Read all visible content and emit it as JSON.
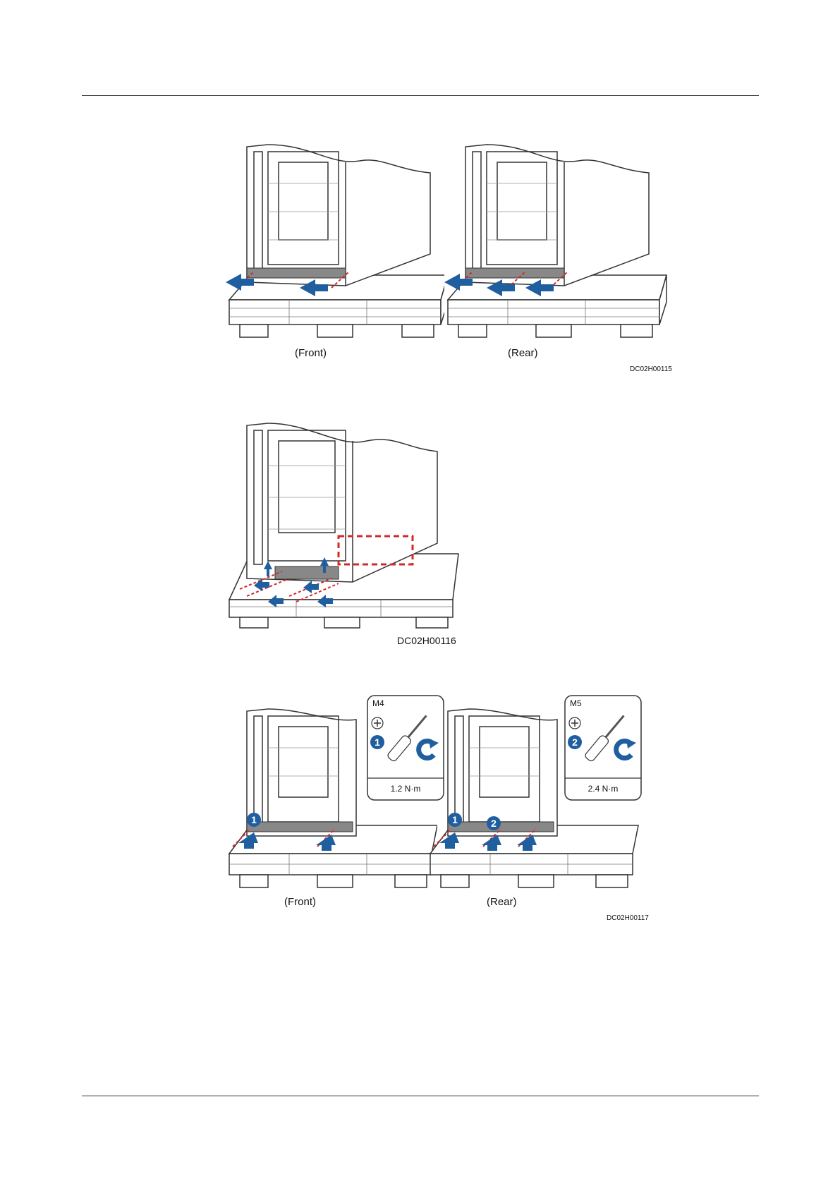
{
  "figure1": {
    "front_caption": "(Front)",
    "rear_caption": "(Rear)",
    "figure_id": "DC02H00115"
  },
  "figure2": {
    "figure_id": "DC02H00116"
  },
  "figure3": {
    "front_caption": "(Front)",
    "rear_caption": "(Rear)",
    "figure_id": "DC02H00117",
    "tools": [
      {
        "bolt": "M4",
        "step": "1",
        "torque": "1.2 N·m"
      },
      {
        "bolt": "M5",
        "step": "2",
        "torque": "2.4 N·m"
      }
    ]
  },
  "colors": {
    "arrow": "#1f5fa0",
    "highlight": "#d22a2a",
    "line": "#333333"
  }
}
